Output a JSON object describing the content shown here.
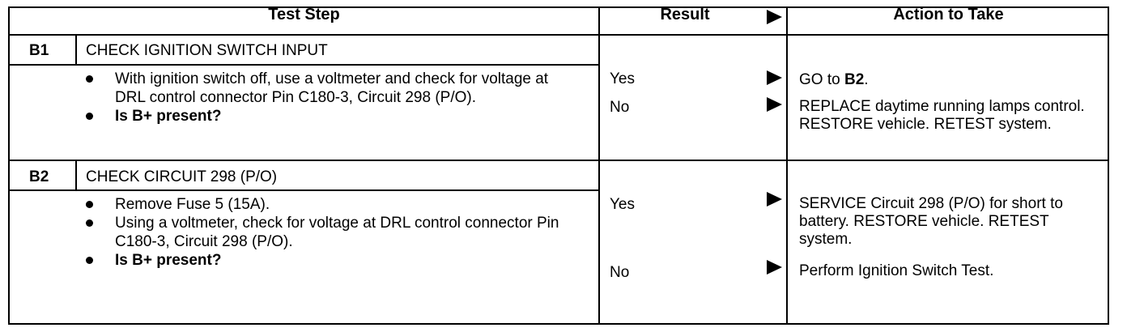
{
  "headers": {
    "test_step": "Test Step",
    "result": "Result",
    "action": "Action to Take"
  },
  "steps": [
    {
      "id": "B1",
      "title": "CHECK IGNITION SWITCH INPUT",
      "bullets": [
        "With ignition switch off, use a voltmeter and check for voltage at DRL control connector Pin C180-3, Circuit 298 (P/O).",
        "Is B+ present?"
      ],
      "results": [
        {
          "label": "Yes",
          "action_prefix": "GO to ",
          "action_bold": "B2",
          "action_suffix": "."
        },
        {
          "label": "No",
          "action": "REPLACE daytime running lamps control. RESTORE vehicle. RETEST system."
        }
      ]
    },
    {
      "id": "B2",
      "title": "CHECK CIRCUIT 298 (P/O)",
      "bullets": [
        "Remove Fuse 5 (15A).",
        "Using a voltmeter, check for voltage at DRL control connector Pin C180-3, Circuit 298 (P/O).",
        "Is B+ present?"
      ],
      "results": [
        {
          "label": "Yes",
          "action": "SERVICE Circuit 298 (P/O) for short to battery. RESTORE vehicle. RETEST system."
        },
        {
          "label": "No",
          "action": "Perform Ignition Switch Test."
        }
      ]
    }
  ]
}
